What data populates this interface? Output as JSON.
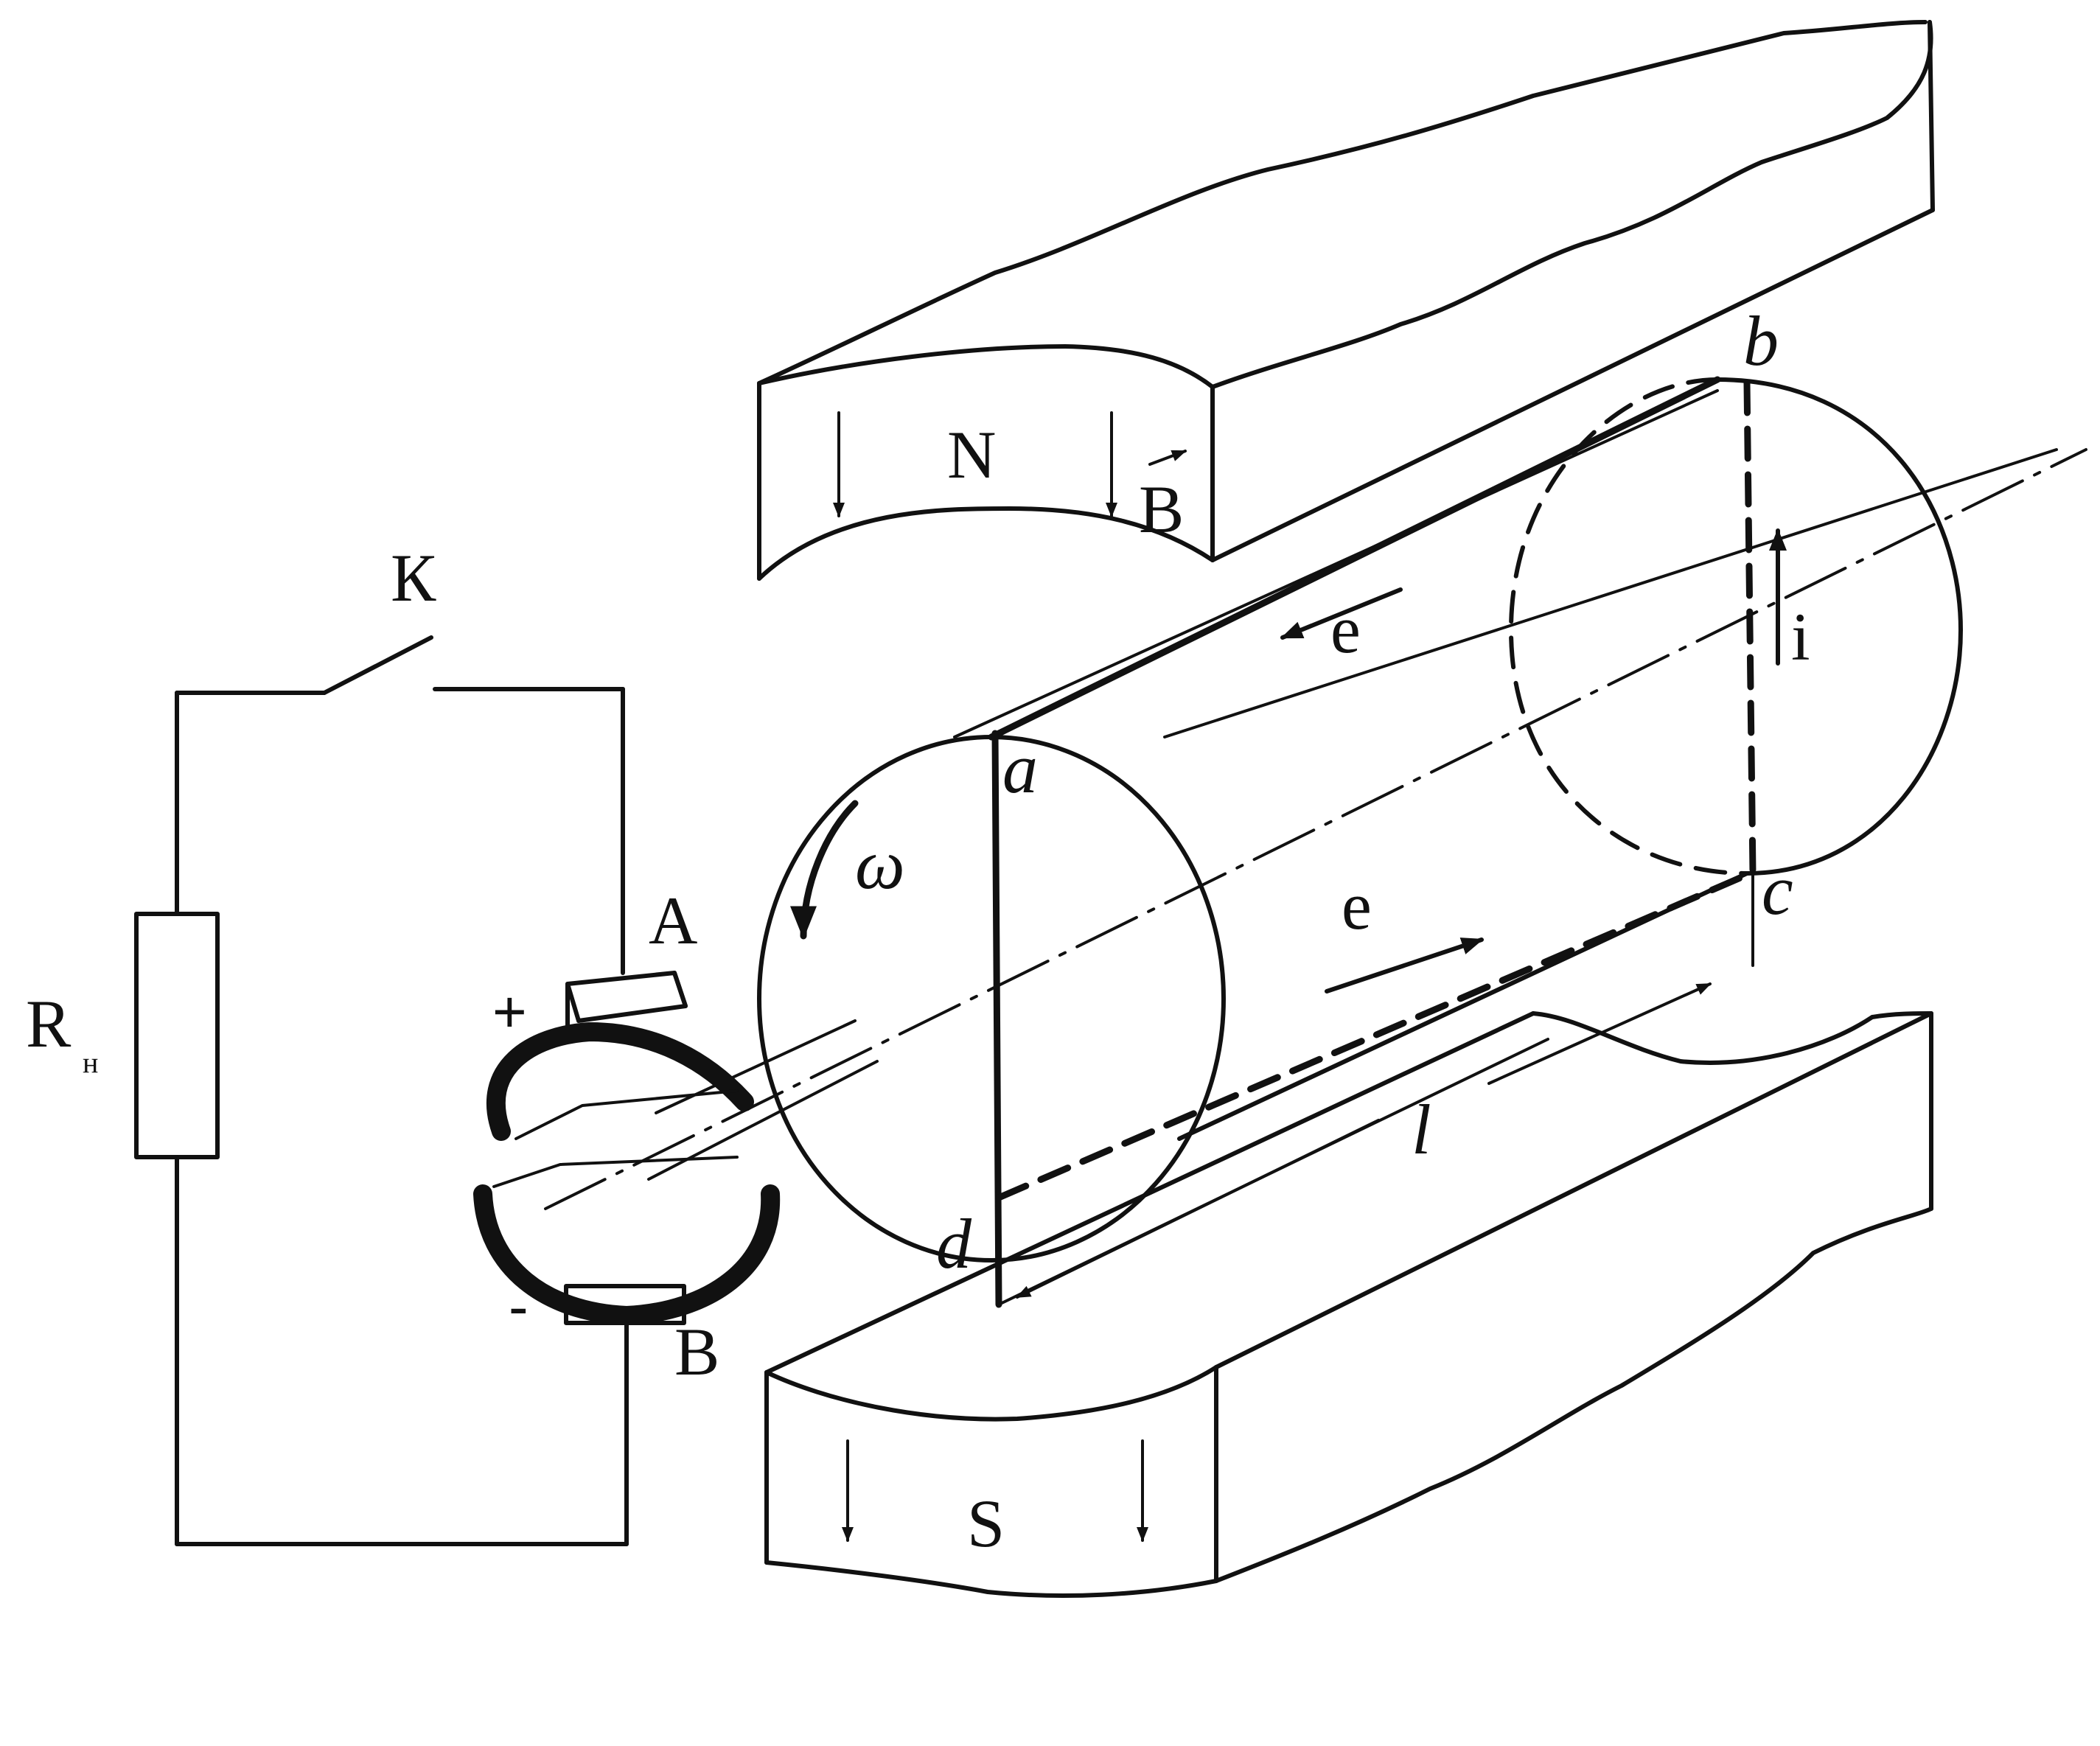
{
  "labels": {
    "pole_north": "N",
    "pole_south": "S",
    "field_top": "B",
    "emf_top": "e",
    "emf_bottom": "e",
    "current": "i",
    "corner_a": "a",
    "corner_b": "b",
    "corner_c": "c",
    "corner_d": "d",
    "omega": "ω",
    "length": "l",
    "brush_a": "A",
    "brush_b": "B",
    "switch": "К",
    "load_r": "R",
    "load_sub": "н",
    "plus": "+",
    "minus": "-"
  }
}
